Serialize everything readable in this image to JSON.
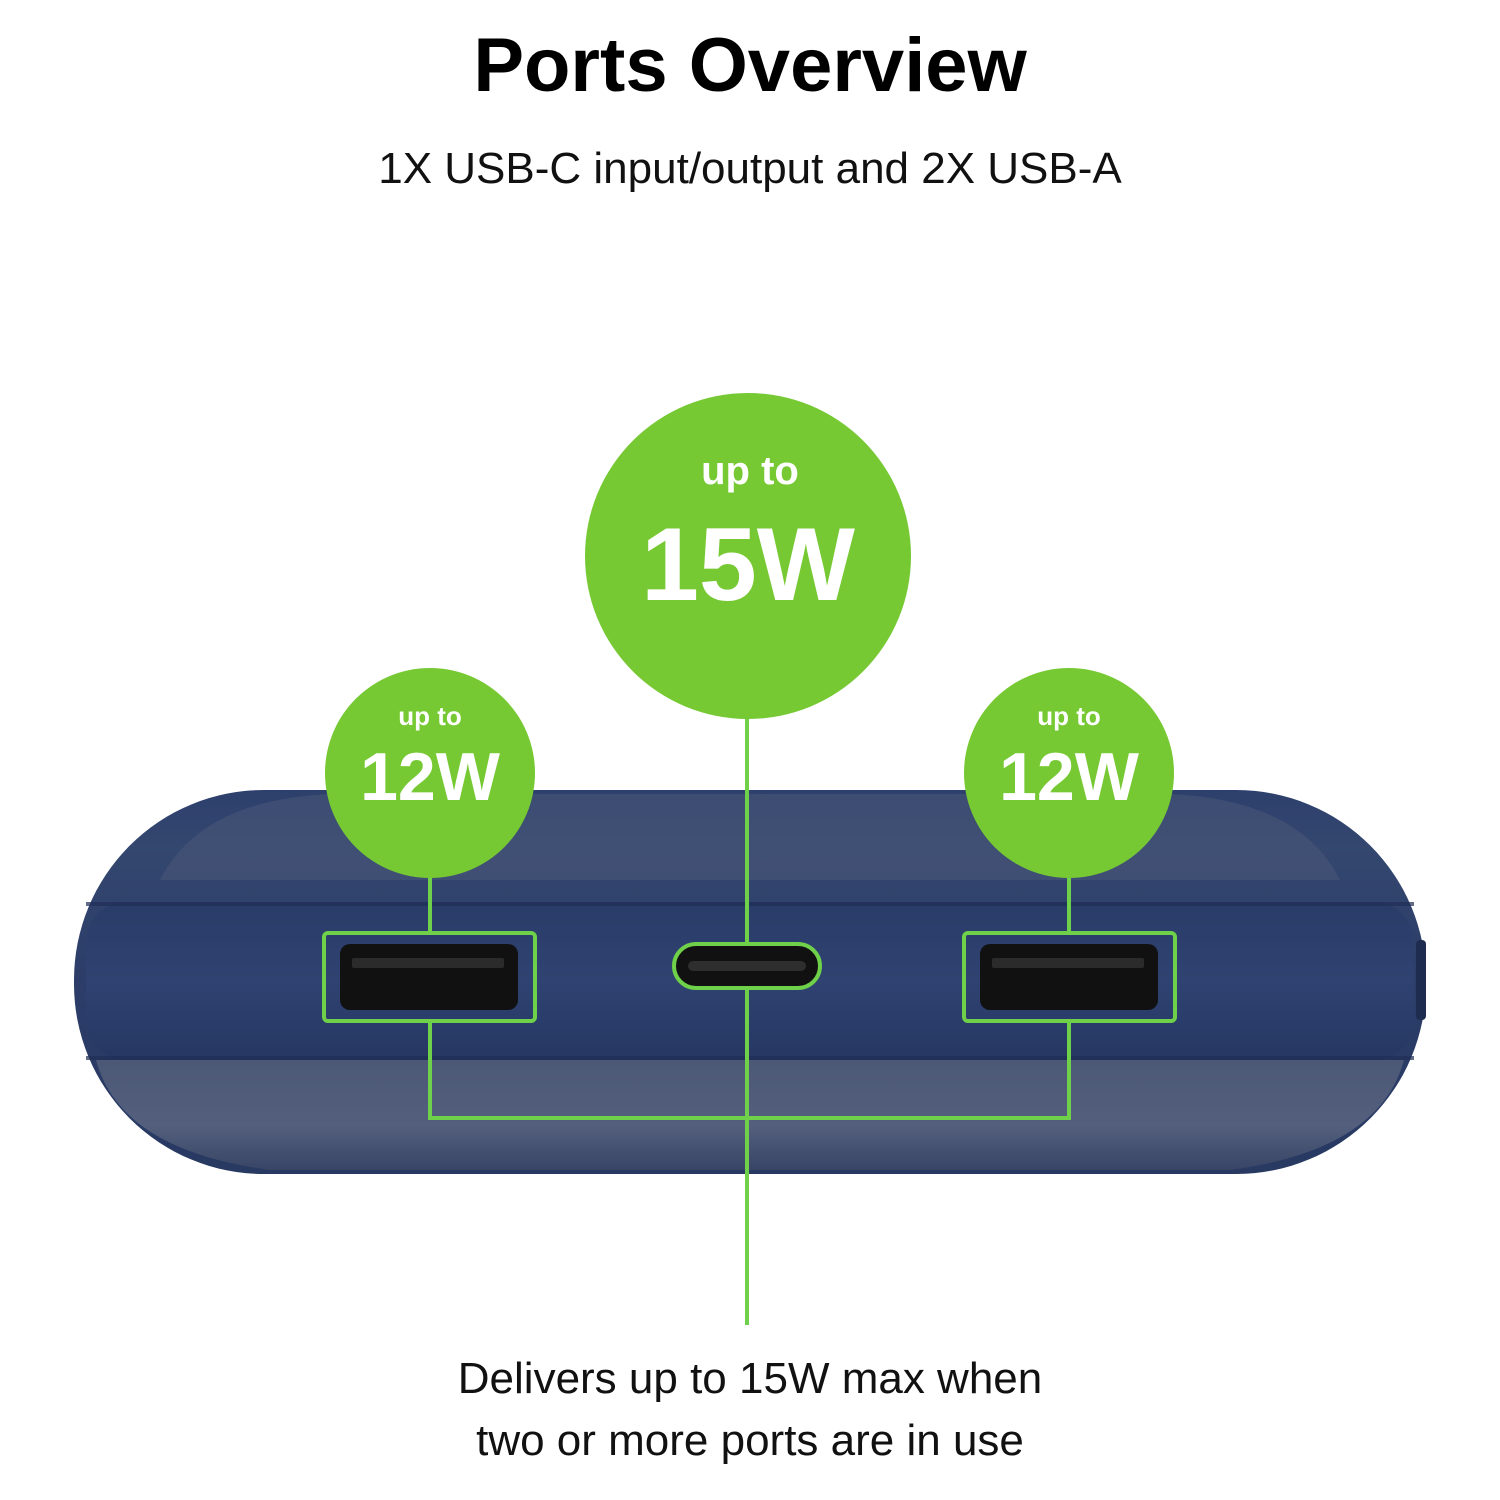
{
  "header": {
    "title": "Ports Overview",
    "subtitle": "1X USB-C input/output and 2X USB-A"
  },
  "ports": {
    "left": {
      "type": "USB-A",
      "prefix": "up to",
      "value": "12W"
    },
    "center": {
      "type": "USB-C",
      "prefix": "up to",
      "value": "15W"
    },
    "right": {
      "type": "USB-A",
      "prefix": "up to",
      "value": "12W"
    }
  },
  "footnote": {
    "line1": "Delivers up to 15W max when",
    "line2": "two or more ports are in use"
  },
  "colors": {
    "accent_green": "#76c933",
    "connector_green": "#6fd04a",
    "device_blue": "#2f4372",
    "device_blue_light": "#56637e",
    "port_black": "#111111"
  }
}
